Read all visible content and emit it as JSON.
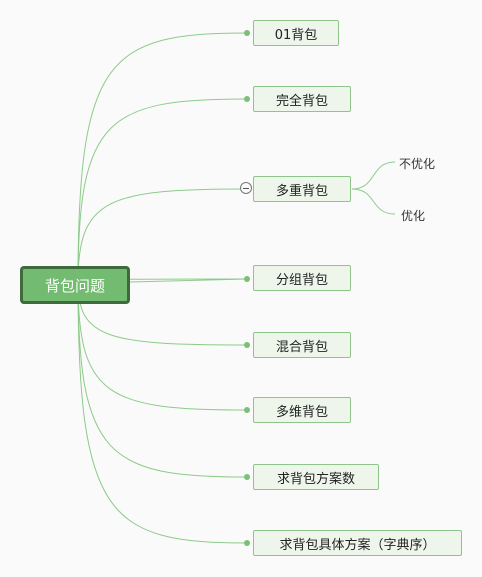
{
  "root": {
    "label": "背包问题"
  },
  "branches": [
    {
      "label": "01背包"
    },
    {
      "label": "完全背包"
    },
    {
      "label": "多重背包",
      "children": [
        {
          "label": "不优化"
        },
        {
          "label": "优化"
        }
      ]
    },
    {
      "label": "分组背包"
    },
    {
      "label": "混合背包"
    },
    {
      "label": "多维背包"
    },
    {
      "label": "求背包方案数"
    },
    {
      "label": "求背包具体方案（字典序）"
    }
  ],
  "colors": {
    "line": "#8dcb8a",
    "root_fill": "#72bb71",
    "root_border": "#3e6a3d",
    "topic_fill": "#eef6ec",
    "topic_border": "#8fc58b"
  }
}
